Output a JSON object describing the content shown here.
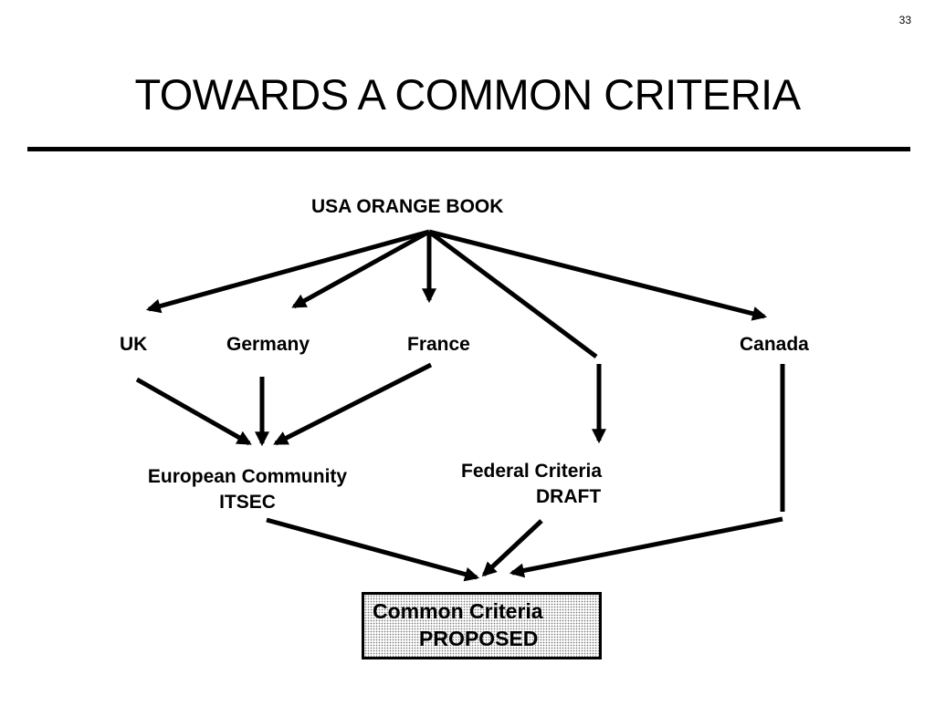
{
  "slide": {
    "number": "33",
    "title": "TOWARDS A COMMON CRITERIA"
  },
  "nodes": {
    "usa": "USA ORANGE BOOK",
    "uk": "UK",
    "germany": "Germany",
    "france": "France",
    "canada": "Canada",
    "ec_line1": "European Community",
    "ec_line2": "ITSEC",
    "fc_line1": "Federal Criteria",
    "fc_line2": "DRAFT",
    "cc_line1": "Common Criteria",
    "cc_line2": "PROPOSED"
  }
}
